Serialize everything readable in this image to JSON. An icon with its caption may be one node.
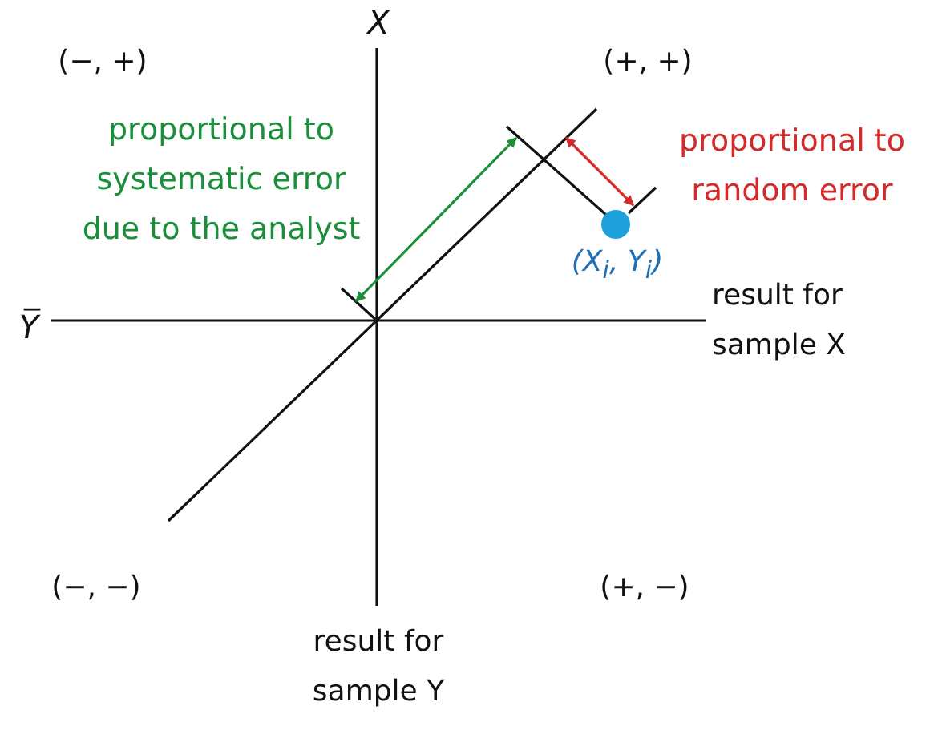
{
  "diagram": {
    "labels": [
      "X",
      "(−, +)",
      "(+, +)",
      "proportional to systematic error due to the analyst",
      "proportional to random error",
      "(X$_{i}$, Y$_{i}$)",
      "Y̅",
      "result for sample X",
      "(−, −)",
      "(+, −)",
      "result for sample Y"
    ]
  }
}
